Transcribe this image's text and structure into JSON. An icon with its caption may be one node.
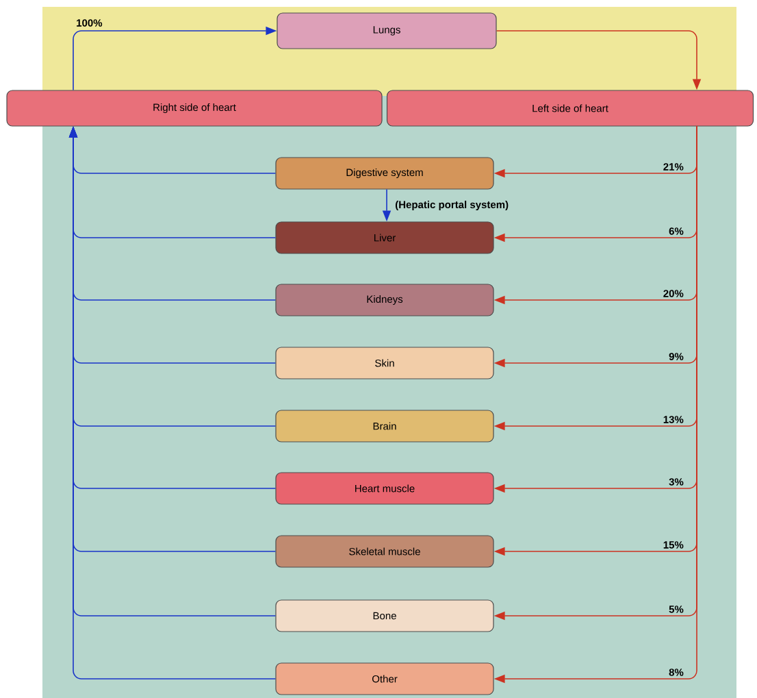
{
  "diagram": {
    "nodes": [
      {
        "text": [
          "Lungs"
        ]
      },
      {
        "text": [
          "Right side of heart"
        ]
      },
      {
        "text": [
          "Left side of heart"
        ]
      },
      {
        "text": [
          "Digestive system"
        ]
      },
      {
        "text": [
          "Liver"
        ]
      },
      {
        "text": [
          "Kidneys"
        ]
      },
      {
        "text": [
          "Skin"
        ]
      },
      {
        "text": [
          "Brain"
        ]
      },
      {
        "text": [
          "Heart muscle"
        ]
      },
      {
        "text": [
          "Skeletal muscle"
        ]
      },
      {
        "text": [
          "Bone"
        ]
      },
      {
        "text": [
          "Other"
        ]
      }
    ],
    "edges": [
      {
        "from": 1,
        "to": 0,
        "arrow": "to",
        "label": "100%"
      },
      {
        "from": 0,
        "to": 2,
        "arrow": "to",
        "color": "#cc3322"
      },
      {
        "from": 2,
        "to": 3,
        "arrow": "to",
        "label": "21%",
        "color": "#cc3322"
      },
      {
        "from": 2,
        "to": 4,
        "arrow": "to",
        "label": "6%",
        "color": "#cc3322"
      },
      {
        "from": 2,
        "to": 5,
        "arrow": "to",
        "label": "20%",
        "color": "#cc3322"
      },
      {
        "from": 2,
        "to": 6,
        "arrow": "to",
        "label": "9%",
        "color": "#cc3322"
      },
      {
        "from": 2,
        "to": 7,
        "arrow": "to",
        "label": "13%",
        "color": "#cc3322"
      },
      {
        "from": 2,
        "to": 8,
        "arrow": "to",
        "label": "3%",
        "color": "#cc3322"
      },
      {
        "from": 2,
        "to": 9,
        "arrow": "to",
        "label": "15%",
        "color": "#cc3322"
      },
      {
        "from": 2,
        "to": 10,
        "arrow": "to",
        "label": "5%",
        "color": "#cc3322"
      },
      {
        "from": 2,
        "to": 11,
        "arrow": "to",
        "label": "8%",
        "color": "#cc3322"
      },
      {
        "from": 3,
        "to": 4,
        "arrow": "to",
        "label": "(Hepatic portal system)"
      },
      {
        "from": 3,
        "to": 1,
        "arrow": "to"
      },
      {
        "from": 4,
        "to": 1,
        "arrow": "to"
      },
      {
        "from": 5,
        "to": 1,
        "arrow": "to"
      },
      {
        "from": 6,
        "to": 1,
        "arrow": "to"
      },
      {
        "from": 7,
        "to": 1,
        "arrow": "to"
      },
      {
        "from": 8,
        "to": 1,
        "arrow": "to"
      },
      {
        "from": 9,
        "to": 1,
        "arrow": "to"
      },
      {
        "from": 10,
        "to": 1,
        "arrow": "to"
      },
      {
        "from": 11,
        "to": 1,
        "arrow": "to"
      }
    ]
  }
}
